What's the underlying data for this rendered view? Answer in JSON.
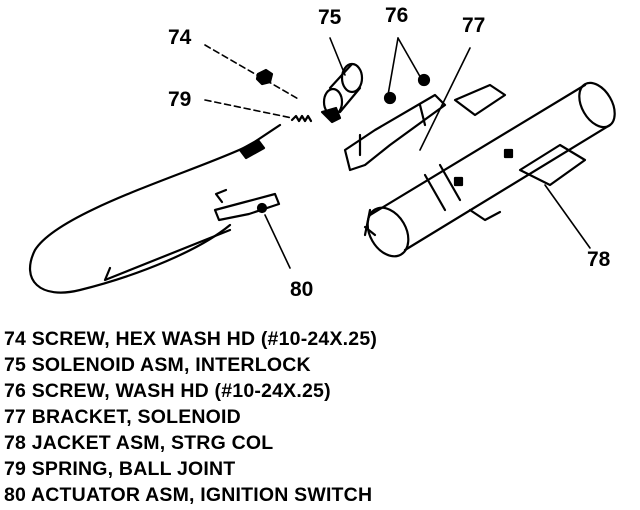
{
  "callouts": {
    "c74": "74",
    "c75": "75",
    "c76": "76",
    "c77": "77",
    "c78": "78",
    "c79": "79",
    "c80": "80"
  },
  "legend": [
    "74 SCREW, HEX WASH HD (#10-24X.25)",
    "75 SOLENOID ASM, INTERLOCK",
    "76 SCREW, WASH HD (#10-24X.25)",
    "77 BRACKET, SOLENOID",
    "78 JACKET ASM, STRG COL",
    "79 SPRING, BALL JOINT",
    "80 ACTUATOR ASM, IGNITION SWITCH"
  ]
}
